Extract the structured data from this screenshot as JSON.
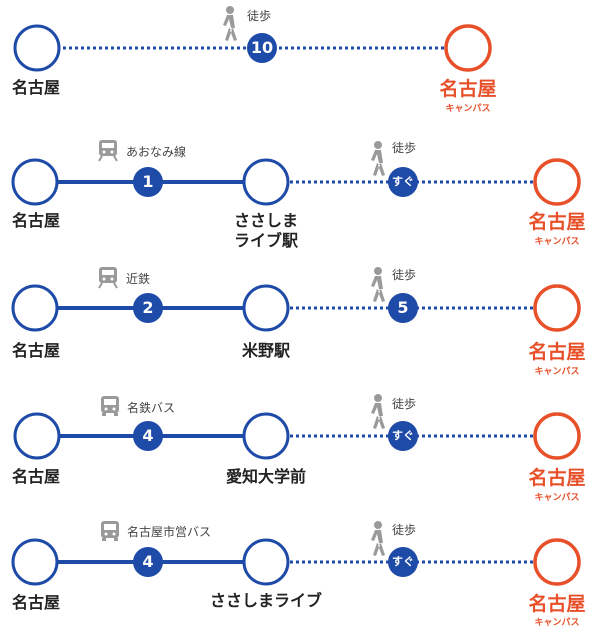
{
  "colors": {
    "line": "#1e4aa8",
    "station": "#1e4aa8",
    "dest": "#e8502a",
    "icon": "#9a9a9a"
  },
  "routes": [
    {
      "origin": "名古屋",
      "dest": "名古屋",
      "dest_sub": "キャンパス",
      "walk_label": "徒歩",
      "walk_value": "10"
    },
    {
      "origin": "名古屋",
      "mode": "あおなみ線",
      "ride_value": "1",
      "transfer": "ささしま\nライブ駅",
      "walk_label": "徒歩",
      "walk_value": "すぐ",
      "dest": "名古屋",
      "dest_sub": "キャンパス"
    },
    {
      "origin": "名古屋",
      "mode": "近鉄",
      "ride_value": "2",
      "transfer": "米野駅",
      "walk_label": "徒歩",
      "walk_value": "5",
      "dest": "名古屋",
      "dest_sub": "キャンパス"
    },
    {
      "origin": "名古屋",
      "mode": "名鉄バス",
      "ride_value": "4",
      "transfer": "愛知大学前",
      "walk_label": "徒歩",
      "walk_value": "すぐ",
      "dest": "名古屋",
      "dest_sub": "キャンパス"
    },
    {
      "origin": "名古屋",
      "mode": "名古屋市営バス",
      "ride_value": "4",
      "transfer": "ささしまライブ",
      "walk_label": "徒歩",
      "walk_value": "すぐ",
      "dest": "名古屋",
      "dest_sub": "キャンパス"
    }
  ]
}
